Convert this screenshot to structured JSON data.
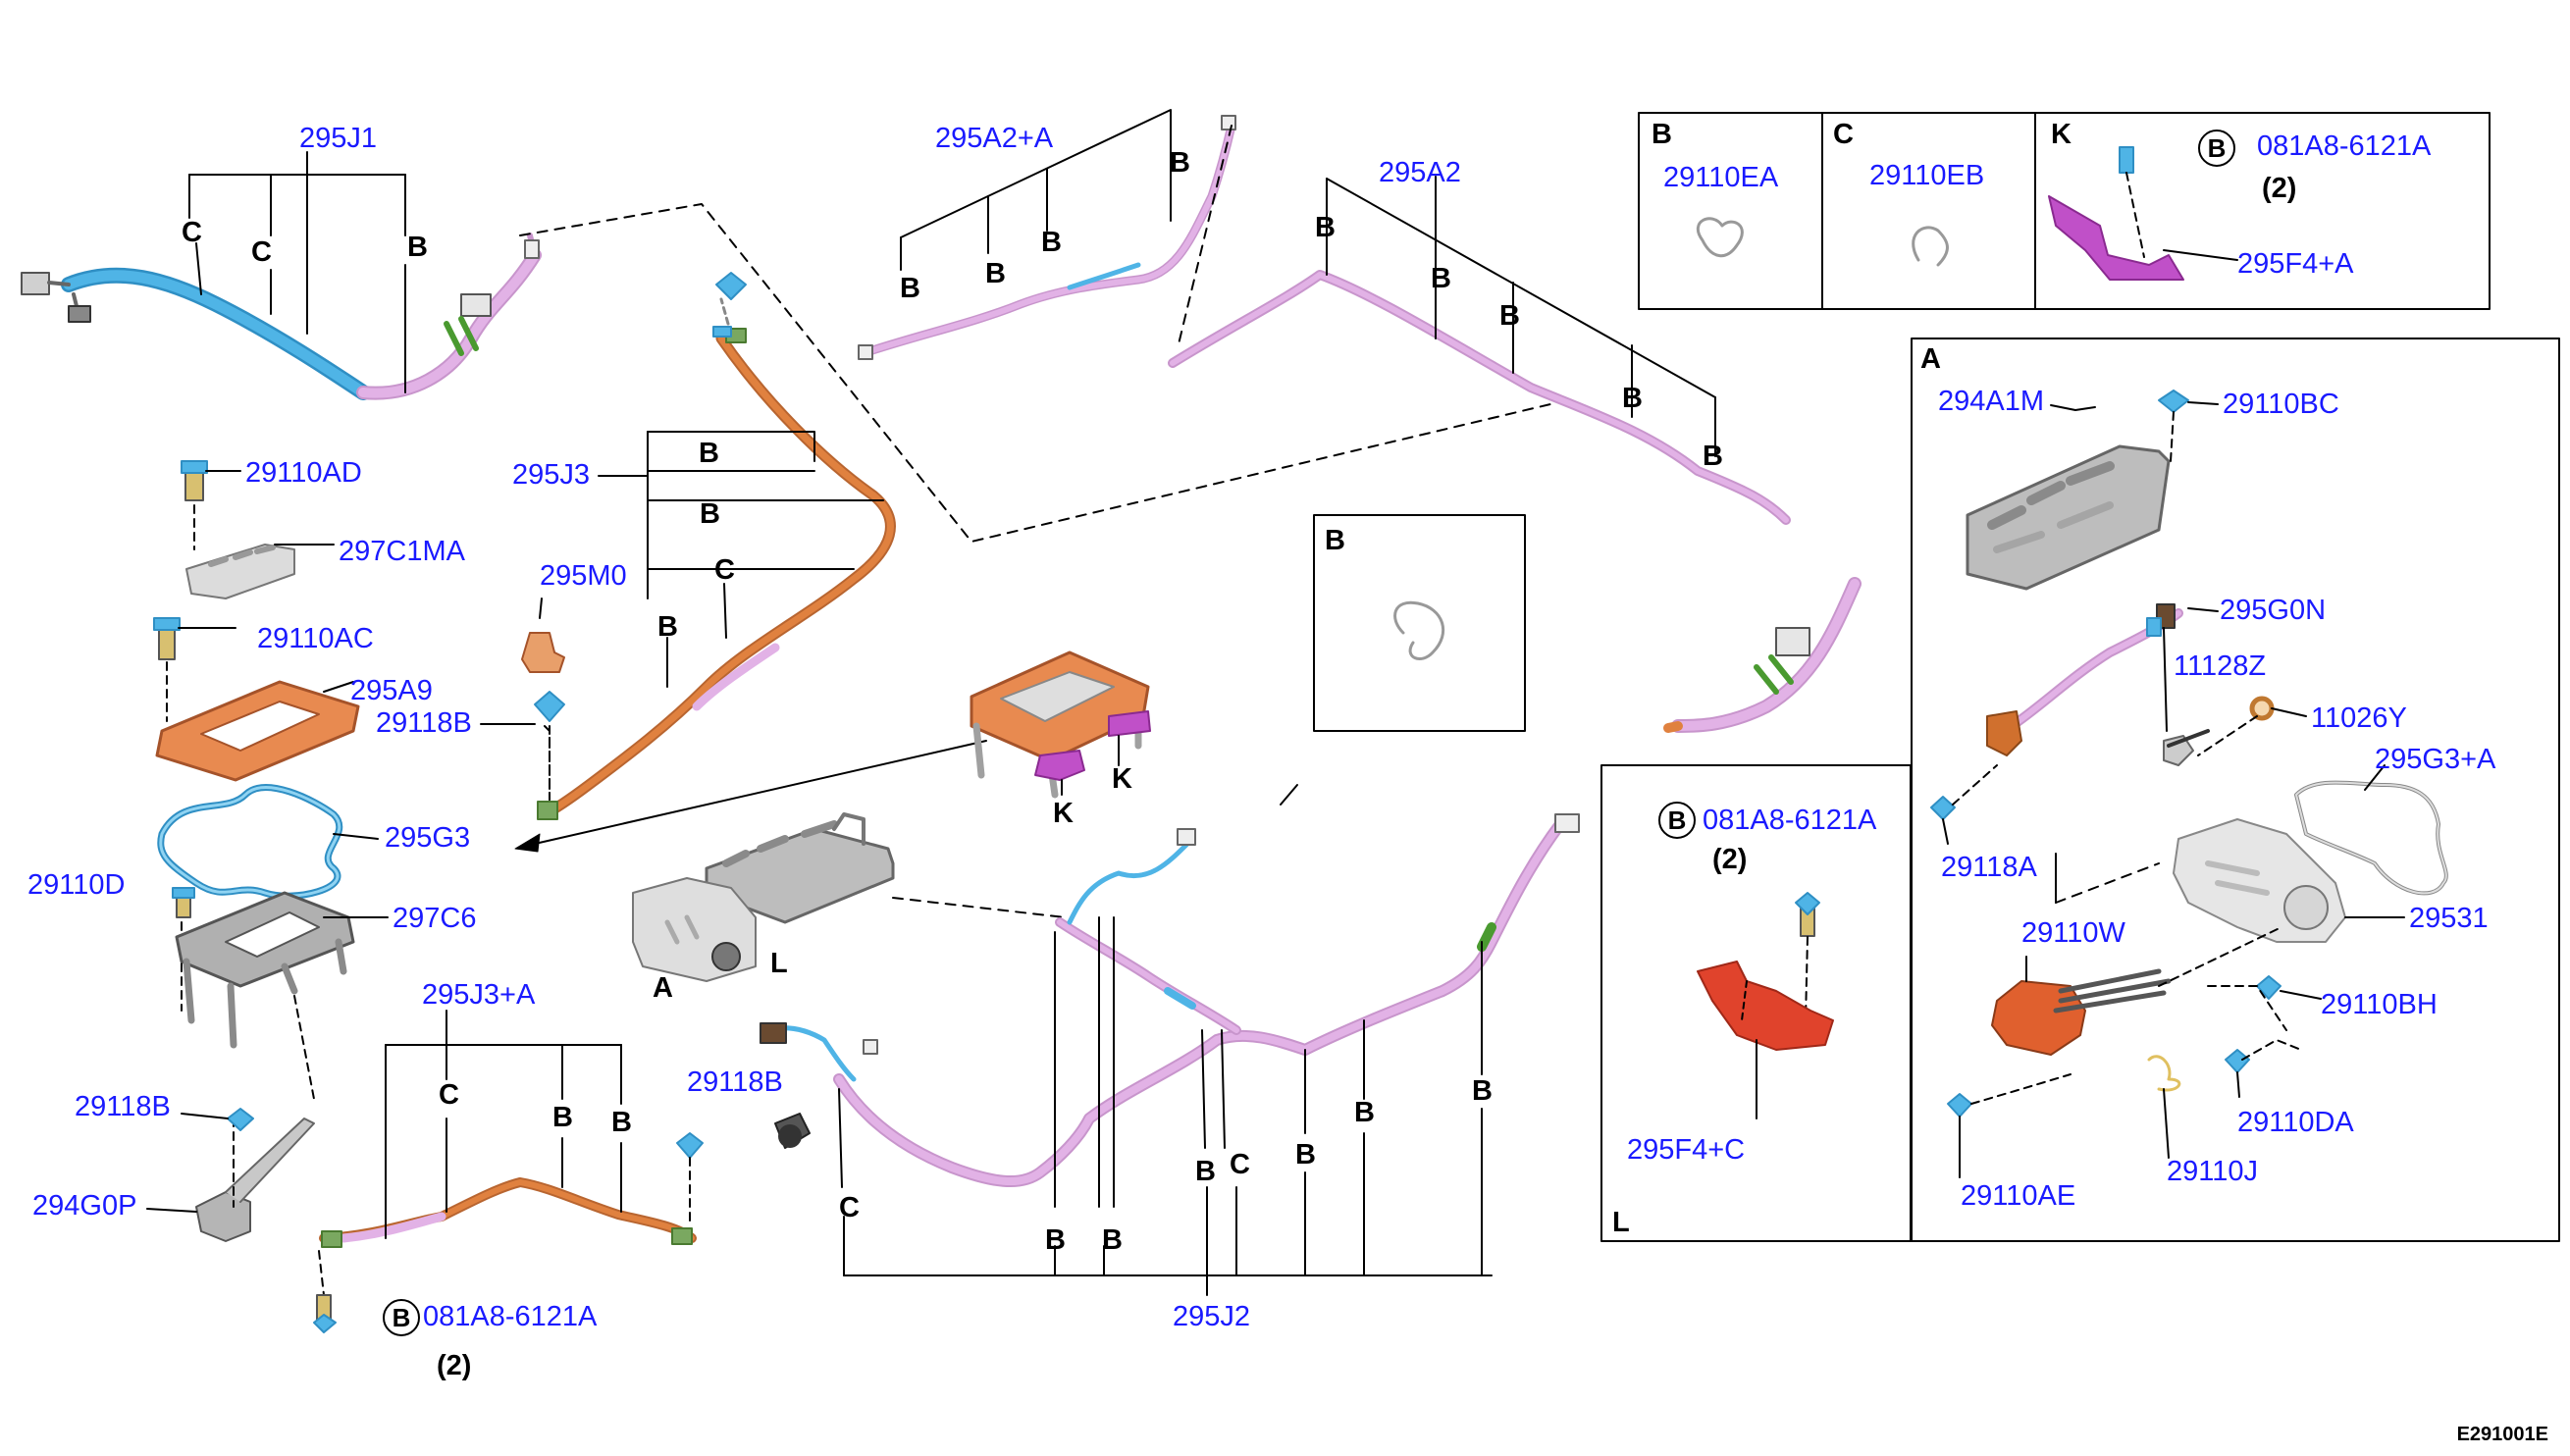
{
  "colors": {
    "part_number_text": "#1a1aff",
    "cable_blue": "#4fb4e6",
    "cable_pink": "#e2b2e6",
    "cable_orange": "#e0813f",
    "bracket_magenta": "#c050c8",
    "bracket_red": "#e0432c",
    "frame_gray": "#9a9a9a",
    "cover_orange": "#e88a50"
  },
  "part_numbers": {
    "p295J1": "295J1",
    "p295A2A": "295A2+A",
    "p295A2": "295A2",
    "p29110AD": "29110AD",
    "p297C1MA": "297C1MA",
    "p29110AC": "29110AC",
    "p295A9": "295A9",
    "p29118B_a": "29118B",
    "p295G3": "295G3",
    "p29110D": "29110D",
    "p297C6": "297C6",
    "p295J3": "295J3",
    "p295M0": "295M0",
    "p295J3A": "295J3+A",
    "p29118B_b": "29118B",
    "p294G0P": "294G0P",
    "p081A8_a": "081A8-6121A",
    "p29118B_c": "29118B",
    "p295J2": "295J2",
    "p29110EA": "29110EA",
    "p29110EB": "29110EB",
    "p081A8_k": "081A8-6121A",
    "p295F4A": "295F4+A",
    "p294A1M": "294A1M",
    "p29110BC": "29110BC",
    "p295G0N": "295G0N",
    "p11128Z": "11128Z",
    "p11026Y": "11026Y",
    "p295G3A": "295G3+A",
    "p29118A": "29118A",
    "p29531": "29531",
    "p29110W": "29110W",
    "p29110BH": "29110BH",
    "p29110DA": "29110DA",
    "p29110AE": "29110AE",
    "p29110J": "29110J",
    "p081A8_l": "081A8-6121A",
    "p295F4C": "295F4+C"
  },
  "clip_letters": {
    "B": "B",
    "C": "C",
    "A": "A",
    "K": "K",
    "L": "L"
  },
  "quantities": {
    "q_bottom": "(2)",
    "q_k": "(2)",
    "q_l": "(2)"
  },
  "circled_letter": "B",
  "inset_titles": {
    "b_clip": "B",
    "c_clip": "C",
    "k_bracket": "K",
    "b_center": "B",
    "l_bracket": "L",
    "a_assembly": "A"
  },
  "diagram_code": "E291001E"
}
